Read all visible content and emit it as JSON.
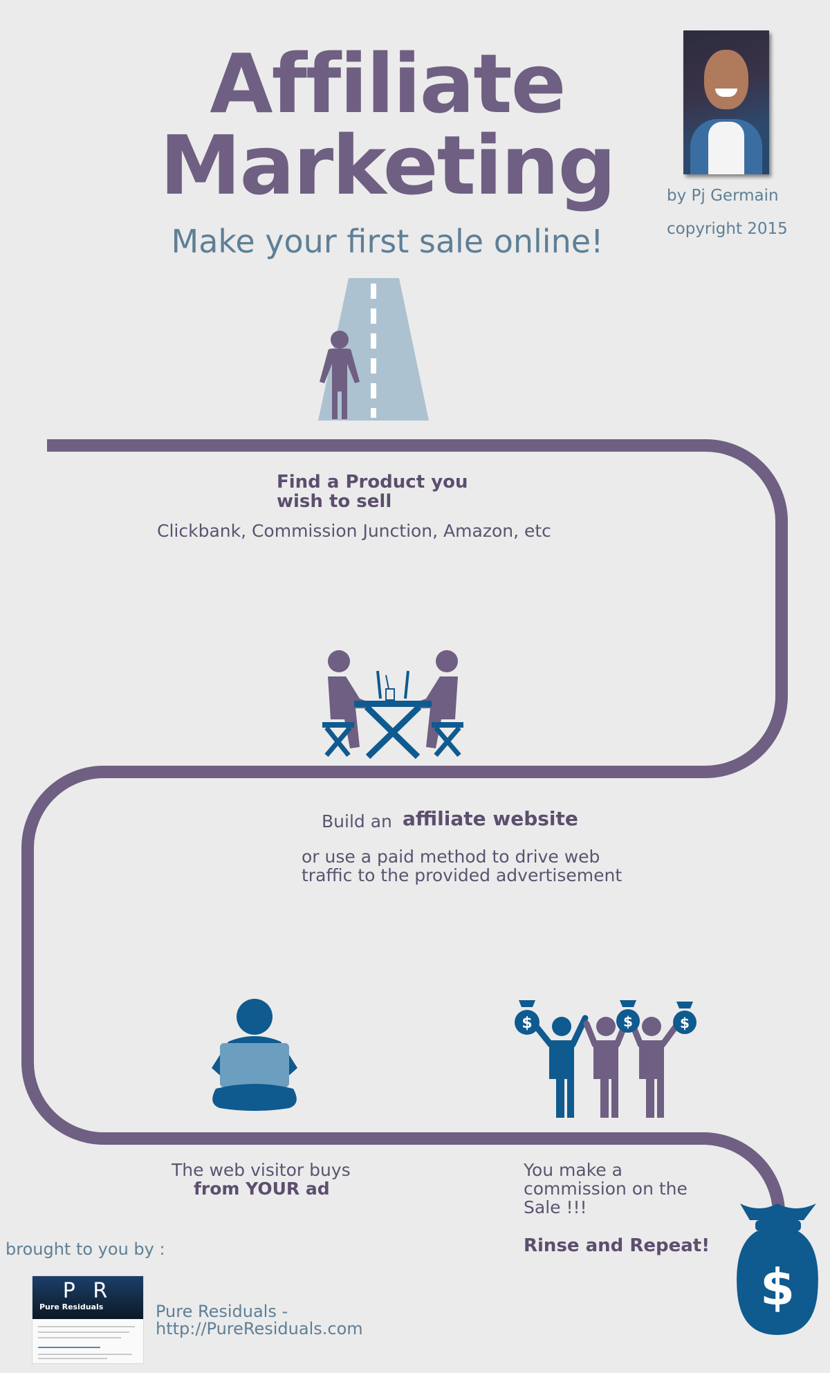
{
  "header": {
    "title_line1": "Affiliate",
    "title_line2": "Marketing",
    "subtitle": "Make your first sale online!",
    "author": "by Pj Germain",
    "copyright": "copyright 2015"
  },
  "steps": {
    "step1": {
      "title_line1": "Find a Product you",
      "title_line2": "wish to sell",
      "detail": "Clickbank, Commission Junction, Amazon, etc"
    },
    "step2": {
      "lead": "Build an",
      "emphasis": "affiliate website",
      "detail_line1": "or use a paid method to drive web",
      "detail_line2": "traffic to the provided advertisement"
    },
    "step3": {
      "line1": "The web visitor buys",
      "line2": "from YOUR ad"
    },
    "step4": {
      "line1": "You make a",
      "line2": "commission on the",
      "line3": "Sale !!!",
      "closing": "Rinse and Repeat!"
    }
  },
  "footer": {
    "brought_by": "brought to you by :",
    "logo_initials": "P R",
    "logo_name": "Pure Residuals",
    "site_name": "Pure Residuals -",
    "site_url": "http://PureResiduals.com"
  },
  "icons": {
    "road": "road-icon",
    "person": "person-icon",
    "meeting": "laptop-meeting-icon",
    "visitor": "laptop-user-icon",
    "celebration": "money-celebration-icon",
    "money_bag": "money-bag-icon"
  },
  "colors": {
    "background": "#ebebeb",
    "purple": "#6f5f82",
    "slate_blue": "#5e7f96",
    "navy": "#0f5a8f",
    "road": "#adc2d0"
  }
}
